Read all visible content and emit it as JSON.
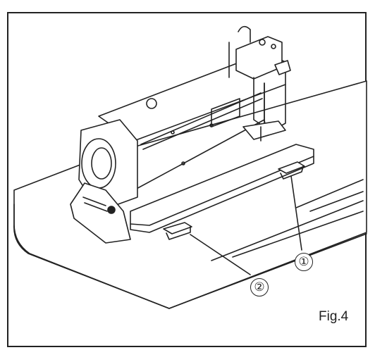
{
  "callouts": {
    "one": "①",
    "two": "②"
  },
  "figure_label": "Fig.4"
}
